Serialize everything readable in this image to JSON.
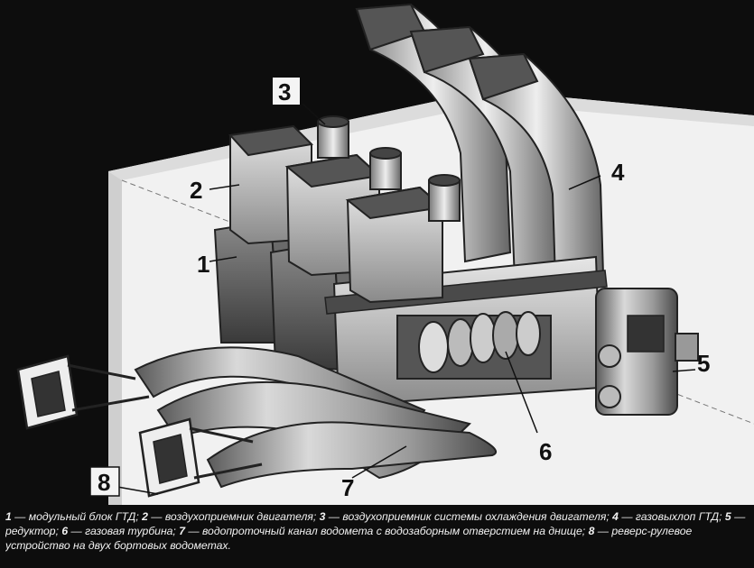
{
  "labels": {
    "n1": "1",
    "n2": "2",
    "n3": "3",
    "n4": "4",
    "n5": "5",
    "n6": "6",
    "n7": "7",
    "n8": "8"
  },
  "caption": [
    {
      "num": "1",
      "text": " — модульный блок ГТД; "
    },
    {
      "num": "2",
      "text": " — воздухоприемник двигателя; "
    },
    {
      "num": "3",
      "text": " — воздухоприемник системы охлаждения двигателя; "
    },
    {
      "num": "4",
      "text": " — газовыхлоп ГТД; "
    },
    {
      "num": "5",
      "text": " — редуктор; "
    },
    {
      "num": "6",
      "text": " — газовая турбина; "
    },
    {
      "num": "7",
      "text": " — водопроточный канал водомета с водозаборным отверстием на днище; "
    },
    {
      "num": "8",
      "text": " — реверс-рулевое устройство на двух бортовых водометах."
    }
  ]
}
